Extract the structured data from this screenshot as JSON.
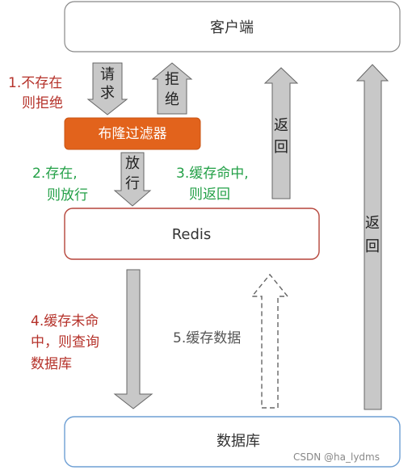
{
  "nodes": {
    "client": "客户端",
    "bloom_filter": "布隆过滤器",
    "redis": "Redis",
    "database": "数据库"
  },
  "arrows": {
    "request": [
      "请",
      "求"
    ],
    "reject": [
      "拒",
      "绝"
    ],
    "pass": [
      "放",
      "行"
    ],
    "return_redis": [
      "返",
      "回"
    ],
    "return_db": [
      "返",
      "回"
    ]
  },
  "notes": {
    "not_exist": [
      "1.不存在",
      "则拒绝"
    ],
    "exist": [
      "2.存在,",
      "则放行"
    ],
    "cache_hit": [
      "3.缓存命中,",
      "则返回"
    ],
    "cache_miss": [
      "4.缓存未命",
      "中，则查询",
      "数据库"
    ],
    "cache_data": "5.缓存数据"
  },
  "watermark": "CSDN @ha_lydms",
  "colors": {
    "filter_fill": "#e2631c",
    "redis_border": "#b5443a",
    "db_border": "#6e9fd4",
    "client_border": "#888888",
    "arrow_fill": "#c8c8c8",
    "note_red": "#b5322a",
    "note_green": "#23a047"
  }
}
